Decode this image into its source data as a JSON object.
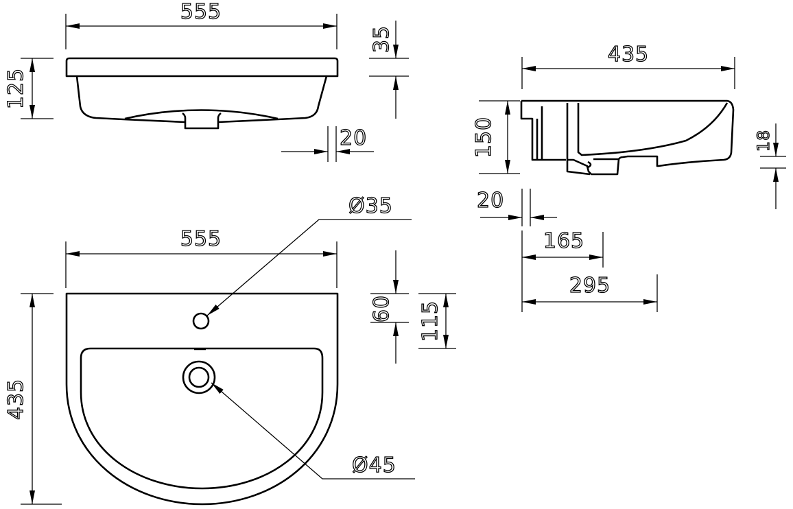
{
  "drawing": {
    "front_view": {
      "width": "555",
      "height": "125",
      "rim": "35",
      "wall": "20"
    },
    "side_view": {
      "depth": "435",
      "height": "150",
      "offset": "18",
      "back": "20",
      "drain_pos": "165",
      "overall": "295"
    },
    "plan_view": {
      "width": "555",
      "depth": "435",
      "tap_hole_offset": "60",
      "bowl_offset": "115",
      "tap_hole_dia": "Ø35",
      "drain_dia": "Ø45"
    },
    "line_color": "#000000"
  }
}
